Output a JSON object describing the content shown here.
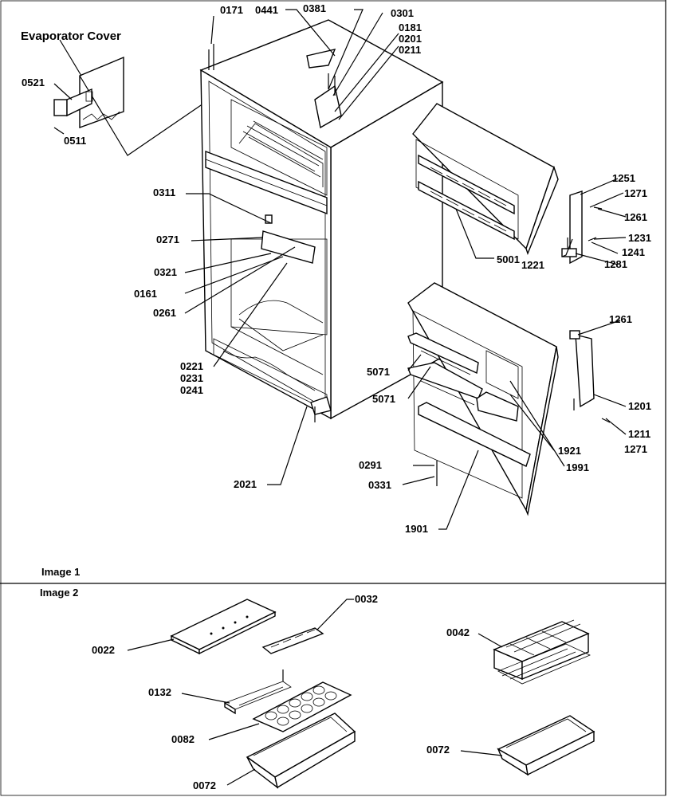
{
  "image1": {
    "caption": "Image 1",
    "evaporator_label": "Evaporator Cover",
    "labels": {
      "p0171": "0171",
      "p0441": "0441",
      "p0381": "0381",
      "p0301": "0301",
      "p0181": "0181",
      "p0201": "0201",
      "p0211": "0211",
      "p0521": "0521",
      "p0511": "0511",
      "p0311": "0311",
      "p0271": "0271",
      "p0321": "0321",
      "p0161": "0161",
      "p0261": "0261",
      "p0221": "0221",
      "p0231": "0231",
      "p0241": "0241",
      "p2021": "2021",
      "p5001": "5001",
      "p1221": "1221",
      "p1251": "1251",
      "p1271a": "1271",
      "p1261a": "1261",
      "p1231": "1231",
      "p1241": "1241",
      "p1281": "1281",
      "p1261b": "1261",
      "p5071a": "5071",
      "p5071b": "5071",
      "p1201": "1201",
      "p1211": "1211",
      "p1271b": "1271",
      "p1921": "1921",
      "p1991": "1991",
      "p0291": "0291",
      "p0331": "0331",
      "p1901": "1901"
    }
  },
  "image2": {
    "caption": "Image 2",
    "labels": {
      "p0032": "0032",
      "p0022": "0022",
      "p0042": "0042",
      "p0132": "0132",
      "p0082": "0082",
      "p0072a": "0072",
      "p0072b": "0072"
    }
  }
}
